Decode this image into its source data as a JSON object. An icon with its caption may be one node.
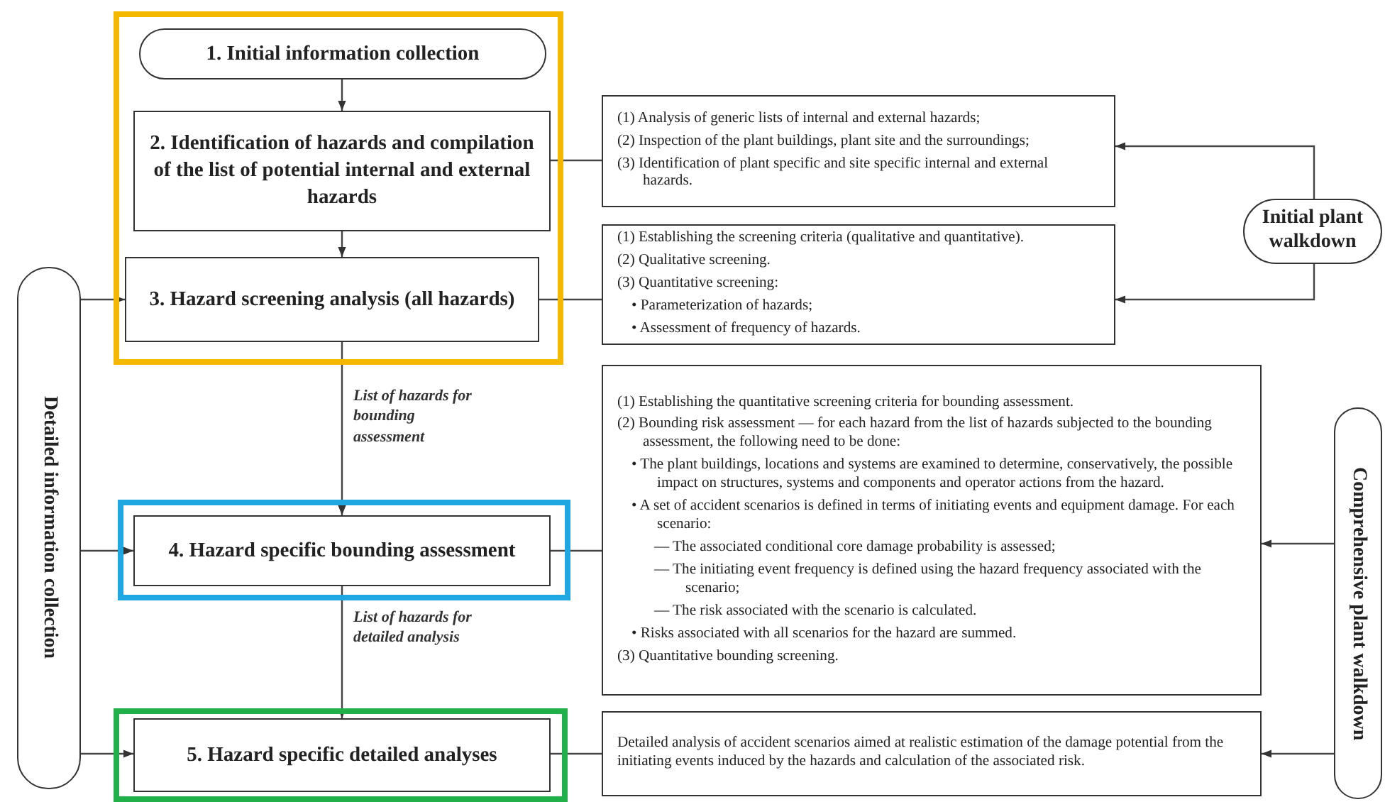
{
  "diagram": {
    "nodes": [
      {
        "text": [],
        "shape": "box"
      },
      {
        "text": [
          "1. Initial information collection"
        ],
        "in": 0
      },
      {
        "text": [
          "2. Identification of hazards and compilation of the list of potential internal and external hazards"
        ],
        "in": 0
      },
      {
        "text": [
          "3. Hazard screening analysis (all hazards)"
        ],
        "in": 0
      },
      {
        "text": [],
        "shape": "box"
      },
      {
        "text": [
          "4. Hazard specific bounding assessment"
        ],
        "in": 4
      },
      {
        "text": [],
        "shape": "box"
      },
      {
        "text": [
          "5. Hazard specific detailed analyses"
        ],
        "in": 6
      },
      {
        "text": [
          "Detailed information collection"
        ]
      },
      {
        "text": [
          "(1) Analysis of generic lists of internal and external hazards;",
          "(2) Inspection of the plant buildings, plant site and the surroundings;",
          "(3) Identification of plant specific and site specific internal and external hazards."
        ]
      },
      {
        "text": [
          "(1) Establishing the screening criteria (qualitative and quantitative).",
          "(2) Qualitative screening.",
          "(3) Quantitative screening:",
          "• Parameterization of hazards;",
          "• Assessment of frequency of hazards."
        ]
      },
      {
        "text": [
          "(1) Establishing the quantitative screening criteria for bounding assessment.",
          "(2) Bounding risk assessment — for each hazard from the list of hazards subjected to the bounding assessment, the following need to be done:",
          "• The plant buildings, locations and systems are examined to determine, conservatively, the possible impact on structures, systems and components and operator actions from the hazard.",
          "• A set of accident scenarios is defined in terms of initiating events and equipment damage. For each scenario:",
          "— The associated conditional core damage probability is assessed;",
          "— The initiating event frequency is defined using the hazard frequency associated with the scenario;",
          "— The risk associated with the scenario is calculated.",
          "• Risks associated with all scenarios for the hazard are summed.",
          "(3) Quantitative bounding screening."
        ]
      },
      {
        "text": [
          "Detailed analysis of accident scenarios aimed at realistic estimation of the damage potential from the initiating events induced by the hazards and calculation of the associated risk."
        ]
      },
      {
        "text": [
          "Initial plant walkdown"
        ]
      },
      {
        "text": [
          "Comprehensive plant walkdown"
        ]
      }
    ],
    "edges": [
      {
        "from": 1,
        "to": 2,
        "arrow": "to"
      },
      {
        "from": 2,
        "to": 3,
        "arrow": "to"
      },
      {
        "from": 3,
        "to": 5,
        "arrow": "to",
        "label": "List of hazards for bounding assessment"
      },
      {
        "from": 5,
        "to": 7,
        "arrow": "to",
        "label": "List of hazards for detailed analysis"
      },
      {
        "from": 2,
        "to": 9,
        "arrow": "none"
      },
      {
        "from": 3,
        "to": 10,
        "arrow": "none"
      },
      {
        "from": 5,
        "to": 11,
        "arrow": "none"
      },
      {
        "from": 7,
        "to": 12,
        "arrow": "none"
      },
      {
        "from": 13,
        "to": 9,
        "arrow": "to"
      },
      {
        "from": 13,
        "to": 10,
        "arrow": "to"
      },
      {
        "from": 14,
        "to": 11,
        "arrow": "to"
      },
      {
        "from": 14,
        "to": 12,
        "arrow": "to"
      },
      {
        "from": 8,
        "to": 3,
        "arrow": "to"
      },
      {
        "from": 8,
        "to": 5,
        "arrow": "to"
      },
      {
        "from": 8,
        "to": 7,
        "arrow": "to"
      }
    ]
  }
}
